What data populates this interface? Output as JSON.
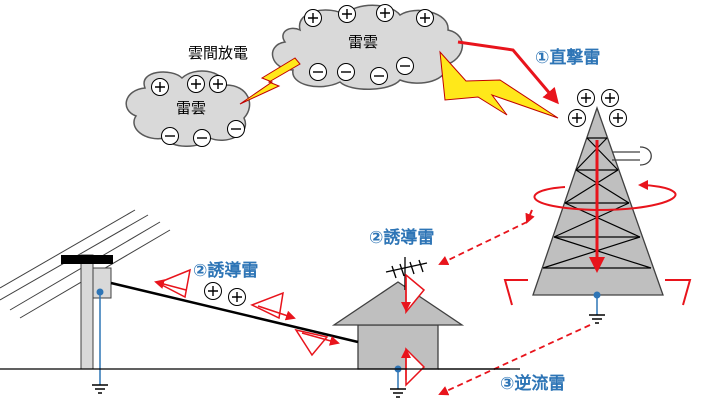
{
  "labels": {
    "cloud_discharge": "雲間放電",
    "thundercloud_small": "雷雲",
    "thundercloud_large": "雷雲",
    "direct_strike": "①直撃雷",
    "induced_strike_house": "②誘導雷",
    "induced_strike_line": "②誘導雷",
    "backflow_strike": "③逆流雷"
  },
  "signs": {
    "plus": "+",
    "minus": "−"
  },
  "colors": {
    "accent_blue": "#2e75b6",
    "arrow_red": "#e8141c",
    "bolt_yellow": "#ffe81a",
    "cloud_gray": "#d9d9d9",
    "tower_gray": "#bfbfbf",
    "house_gray": "#bfbfbf"
  },
  "icons": [
    "lightning-bolt-icon",
    "ground-symbol-icon",
    "antenna-icon",
    "plus-charge-icon",
    "minus-charge-icon"
  ]
}
